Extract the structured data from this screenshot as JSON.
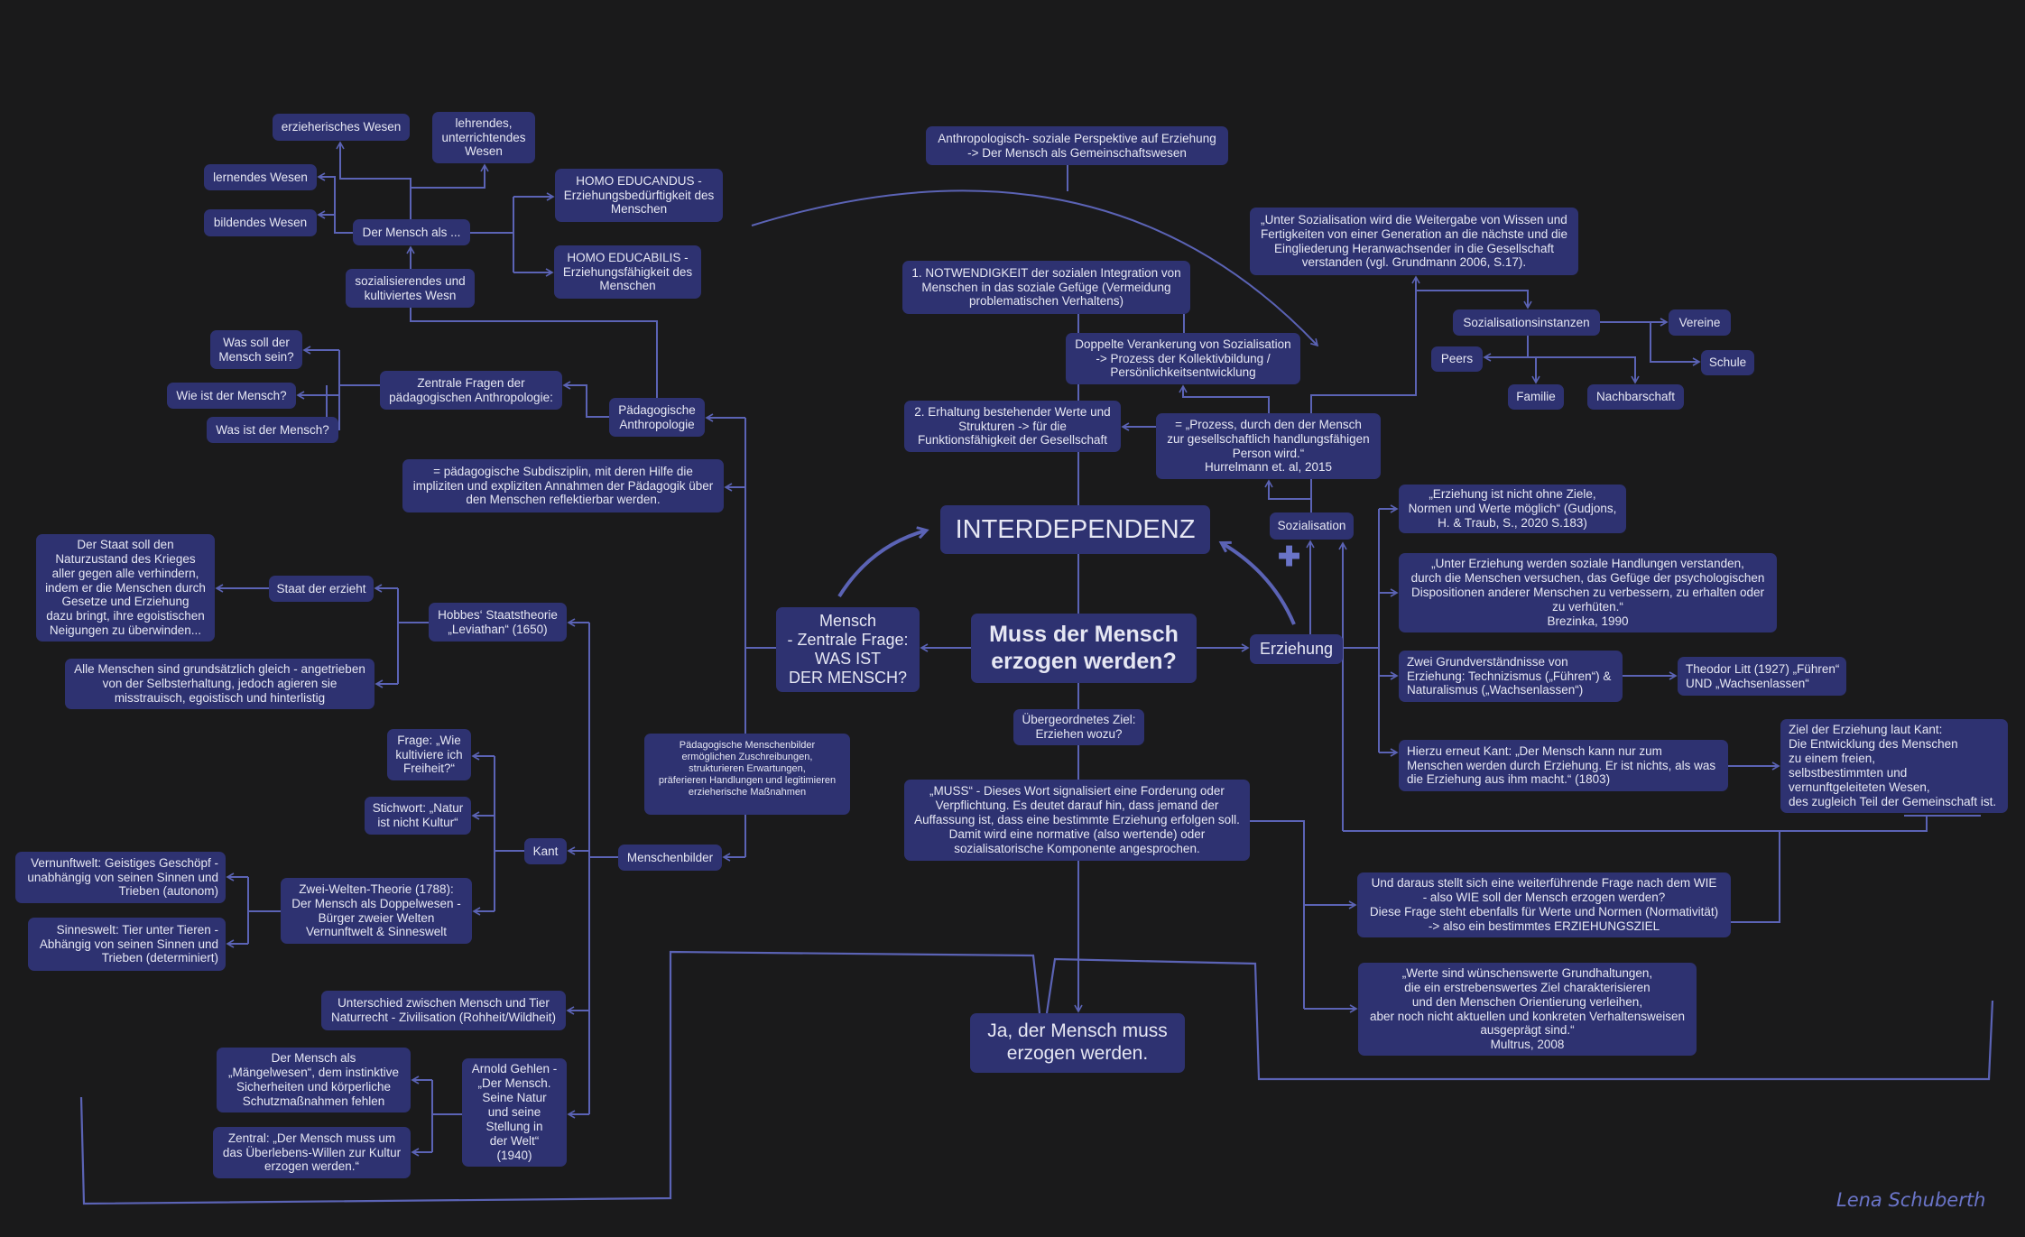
{
  "colors": {
    "background": "#1a1a1b",
    "node": "#2e3271",
    "text": "#e6e7f3",
    "line": "#5b63b5"
  },
  "nodes": {
    "erzieherisches": "erzieherisches Wesen",
    "lehrendes": "lehrendes,\nunterrichtendes\nWesen",
    "lernendes": "lernendes Wesen",
    "bildendes": "bildendes Wesen",
    "mensch_als": "Der Mensch als ...",
    "homo_educandus": "HOMO EDUCANDUS -\nErziehungsbedürftigkeit des\nMenschen",
    "homo_educabilis": "HOMO EDUCABILIS -\nErziehungsfähigkeit des\nMenschen",
    "sozialisierendes": "sozialisierendes und\nkultiviertes Wesn",
    "was_soll": "Was soll der\nMensch sein?",
    "wie_ist": "Wie ist der Mensch?",
    "was_ist": "Was ist der Mensch?",
    "zentrale_fragen": "Zentrale Fragen der\npädagogischen Anthropologie:",
    "paed_anthropologie": "Pädagogische\nAnthropologie",
    "subdisziplin": "= pädagogische Subdisziplin, mit deren Hilfe die\nimpliziten und expliziten Annahmen der Pädagogik über\nden Menschen reflektierbar werden.",
    "staat_soll": "Der Staat soll den\nNaturzustand des Krieges\naller gegen alle verhindern,\nindem er die Menschen durch\nGesetze und Erziehung\ndazu bringt, ihre egoistischen\nNeigungen zu überwinden...",
    "staat_erzieht": "Staat der erzieht",
    "hobbes": "Hobbes‘ Staatstheorie\n„Leviathan“ (1650)",
    "alle_menschen": "Alle Menschen sind grundsätzlich gleich - angetrieben\nvon der Selbsterhaltung, jedoch agieren sie\nmisstrauisch, egoistisch und hinterlistig",
    "frage_freiheit": "Frage: „Wie\nkultiviere ich\nFreiheit?“",
    "stichwort": "Stichwort: „Natur\nist nicht Kultur“",
    "kant": "Kant",
    "menschenbilder": "Menschenbilder",
    "paed_menschenbilder": "Pädagogische Menschenbilder\nermöglichen Zuschreibungen,\nstrukturieren Erwartungen,\npräferieren Handlungen und legitimieren\nerzieherische Maßnahmen",
    "vernunftwelt": "Vernunftwelt: Geistiges Geschöpf -\nunabhängig von seinen Sinnen und\nTrieben (autonom)",
    "sinneswelt": "Sinneswelt: Tier unter Tieren -\nAbhängig von seinen Sinnen und\nTrieben (determiniert)",
    "zwei_welten": "Zwei-Welten-Theorie (1788):\nDer Mensch als Doppelwesen -\nBürger zweier Welten\nVernunftwelt & Sinneswelt",
    "unterschied": "Unterschied zwischen Mensch und Tier\nNaturrecht - Zivilisation (Rohheit/Wildheit)",
    "maengelwesen": "Der Mensch als\n„Mängelwesen“, dem instinktive\nSicherheiten und körperliche\nSchutzmaßnahmen fehlen",
    "zentral_gehlen": "Zentral: „Der Mensch muss um\ndas Überlebens-Willen zur Kultur\nerzogen werden.“",
    "gehlen": "Arnold Gehlen -\n„Der Mensch.\nSeine Natur\nund seine\nStellung in\nder Welt“\n(1940)",
    "mensch_frage": "Mensch\n- Zentrale Frage:\nWAS IST\nDER MENSCH?",
    "central": "Muss der Mensch\nerzogen werden?",
    "interdependenz": "INTERDEPENDENZ",
    "anthropologisch": "Anthropologisch- soziale Perspektive auf Erziehung\n-> Der Mensch als Gemeinschaftswesen",
    "notwendigkeit": "1. NOTWENDIGKEIT der sozialen Integration von\nMenschen in das soziale Gefüge (Vermeidung\nproblematischen Verhaltens)",
    "doppelte": "Doppelte Verankerung von Sozialisation\n-> Prozess der Kollektivbildung /\nPersönlichkeitsentwicklung",
    "erhaltung": "2. Erhaltung bestehender Werte und\nStrukturen -> für die\nFunktionsfähigkeit der Gesellschaft",
    "prozess": "= „Prozess, durch den der Mensch\nzur gesellschaftlich handlungsfähigen\nPerson wird.“\nHurrelmann et. al, 2015",
    "sozialisation": "Sozialisation",
    "unter_sozialisation": "„Unter Sozialisation wird die Weitergabe von Wissen und\nFertigkeiten von einer Generation an die nächste und die\nEingliederung Heranwachsender in die Gesellschaft\nverstanden (vgl. Grundmann 2006, S.17).",
    "instanzen": "Sozialisationsinstanzen",
    "vereine": "Vereine",
    "peers": "Peers",
    "schule": "Schule",
    "familie": "Familie",
    "nachbarschaft": "Nachbarschaft",
    "erziehung": "Erziehung",
    "ziele": "„Erziehung ist nicht ohne Ziele,\nNormen und Werte möglich“ (Gudjons,\nH. & Traub, S., 2020 S.183)",
    "unter_erziehung": "„Unter Erziehung werden soziale Handlungen verstanden,\ndurch die Menschen versuchen, das Gefüge der psychologischen\nDispositionen anderer Menschen zu verbessern, zu erhalten oder\nzu verhüten.“\nBrezinka, 1990",
    "grundverstaendnisse": "Zwei Grundverständnisse von\nErziehung: Technizismus („Führen“) &\nNaturalismus („Wachsenlassen“)",
    "litt": "Theodor Litt (1927) „Führen“\nUND „Wachsenlassen“",
    "hierzu_kant": "Hierzu erneut Kant: „Der Mensch kann nur zum\nMenschen werden durch Erziehung. Er ist nichts, als was\ndie Erziehung aus ihm macht.“ (1803)",
    "ziel_kant": "Ziel der Erziehung laut Kant:\nDie Entwicklung des Menschen\nzu einem freien,\nselbstbestimmten und\nvernunftgeleiteten Wesen,\ndes zugleich Teil der Gemeinschaft ist.",
    "uebergeordnet": "Übergeordnetes Ziel:\nErziehen wozu?",
    "muss": "„MUSS“ - Dieses Wort signalisiert eine Forderung oder\nVerpflichtung. Es deutet darauf hin, dass jemand der\nAuffassung ist, dass eine bestimmte Erziehung erfolgen soll.\nDamit wird eine normative (also wertende) oder\nsozialisatorische Komponente angesprochen.",
    "wie": "Und daraus stellt sich eine weiterführende Frage nach dem WIE\n- also WIE soll der Mensch erzogen werden?\nDiese Frage steht ebenfalls für Werte und Normen (Normativität)\n-> also ein bestimmtes ERZIEHUNGSZIEL",
    "werte": "„Werte sind wünschenswerte Grundhaltungen,\ndie ein erstrebenswertes Ziel charakterisieren\nund den Menschen Orientierung verleihen,\naber noch nicht aktuellen und konkreten Verhaltensweisen\nausgeprägt sind.“\nMultrus, 2008",
    "ja": "Ja, der Mensch muss\nerzogen werden."
  },
  "signature": "Lena Schuberth"
}
